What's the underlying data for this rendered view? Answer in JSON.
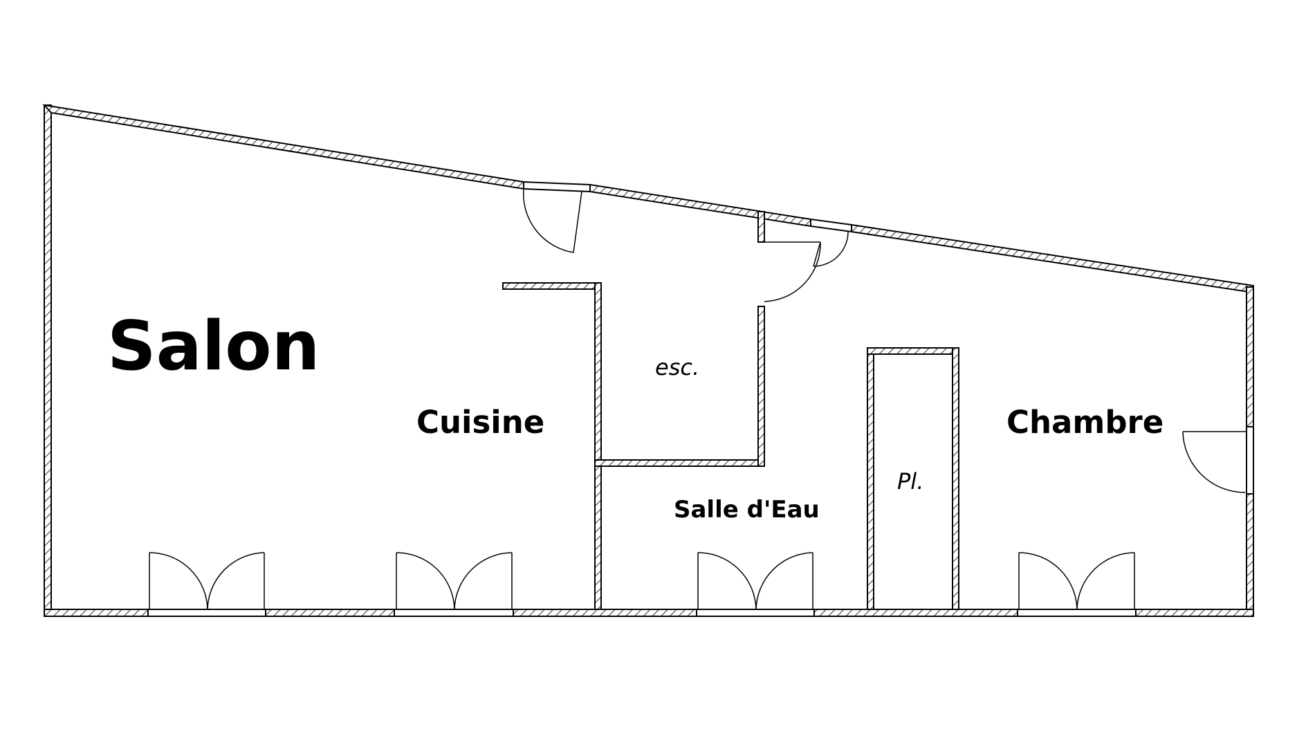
{
  "floor_plan": {
    "rooms": {
      "salon": "Salon",
      "cuisine": "Cuisine",
      "escalier": "esc.",
      "salle_eau": "Salle d'Eau",
      "placard": "Pl.",
      "chambre": "Chambre"
    },
    "colors": {
      "wall_stroke": "#000000",
      "hatch": "#555555",
      "background": "#ffffff"
    }
  }
}
